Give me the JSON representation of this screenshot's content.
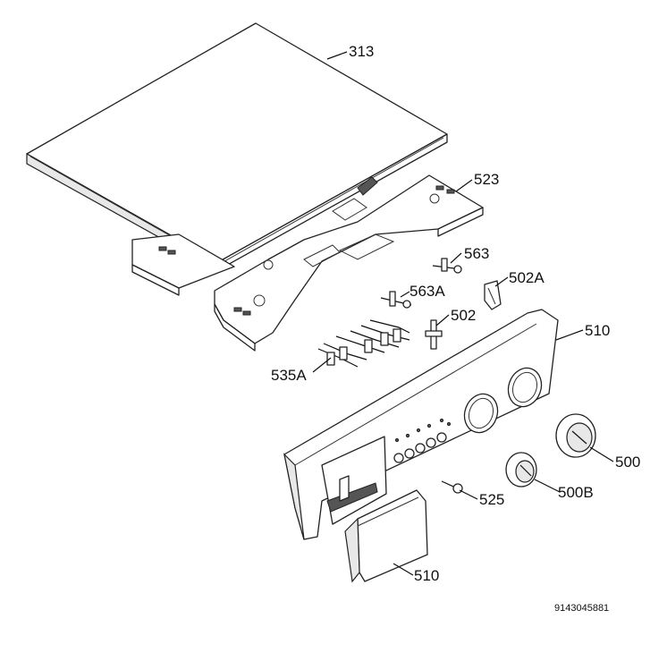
{
  "diagram": {
    "callouts": {
      "lid": "313",
      "console_frame": "523",
      "pin_563": "563",
      "pin_563A": "563A",
      "bracket_502A": "502A",
      "pin_502": "502",
      "switch_array": "535A",
      "panel": "510",
      "knob_large": "500",
      "knob_small": "500B",
      "button_pin": "525",
      "dispenser_front": "510"
    },
    "drawing_code": "9143045881"
  }
}
